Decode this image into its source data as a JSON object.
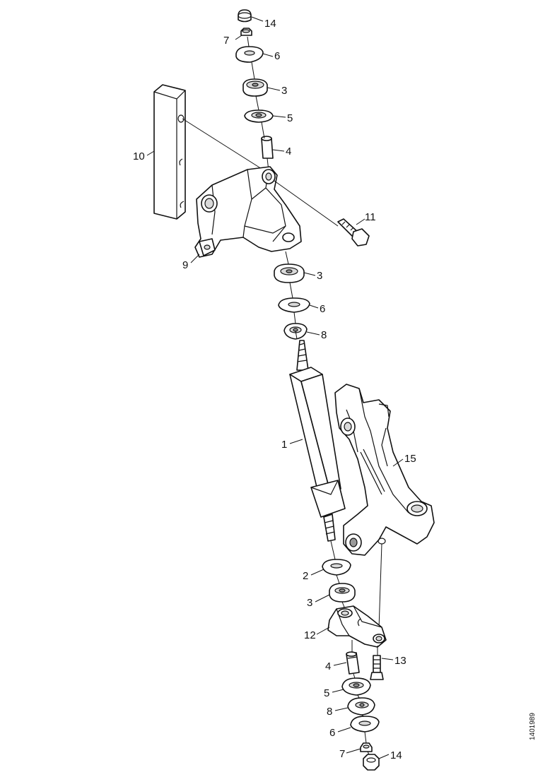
{
  "callouts": {
    "c14_top": "14",
    "c7_top": "7",
    "c6_top": "6",
    "c3_top": "3",
    "c5_top": "5",
    "c4_top": "4",
    "c10": "10",
    "c11": "11",
    "c9": "9",
    "c3_mid": "3",
    "c6_mid": "6",
    "c8_mid": "8",
    "c1": "1",
    "c15": "15",
    "c2": "2",
    "c3_low": "3",
    "c12": "12",
    "c4_low": "4",
    "c13": "13",
    "c5_low": "5",
    "c8_low": "8",
    "c6_low": "6",
    "c7_low": "7",
    "c14_low": "14"
  },
  "drawing_id": "1401989"
}
